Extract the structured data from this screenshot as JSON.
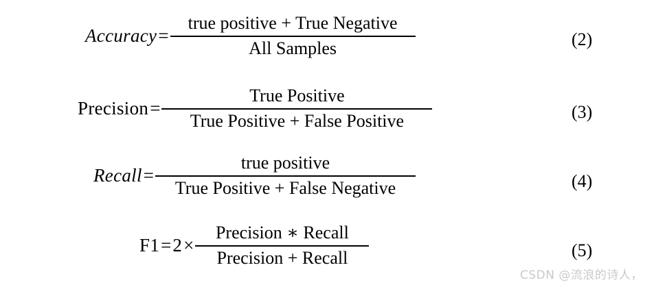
{
  "page": {
    "background_color": "#ffffff",
    "text_color": "#000000"
  },
  "equations": [
    {
      "id": "accuracy",
      "number": "(2)",
      "lhs": "Accuracy",
      "lhs_style": "italic",
      "relation": "=",
      "numerator": "true positive + True Negative",
      "denominator": "All Samples"
    },
    {
      "id": "precision",
      "number": "(3)",
      "lhs": "Precision",
      "lhs_style": "upright",
      "relation": "=",
      "numerator": "True Positive",
      "denominator": "True Positive  +  False Positive"
    },
    {
      "id": "recall",
      "number": "(4)",
      "lhs": "Recall",
      "lhs_style": "italic",
      "relation": "=",
      "numerator": "true positive",
      "denominator": "True Positive + False Negative"
    },
    {
      "id": "f1",
      "number": "(5)",
      "lhs": "F1",
      "lhs_style": "upright",
      "relation": "=",
      "coefficient": "2",
      "times_operator": "×",
      "numerator": "Precision  ∗  Recall",
      "denominator": "Precision  +  Recall"
    }
  ],
  "watermark": {
    "text": "CSDN @流浪的诗人，",
    "color": "#c9c9c9"
  }
}
